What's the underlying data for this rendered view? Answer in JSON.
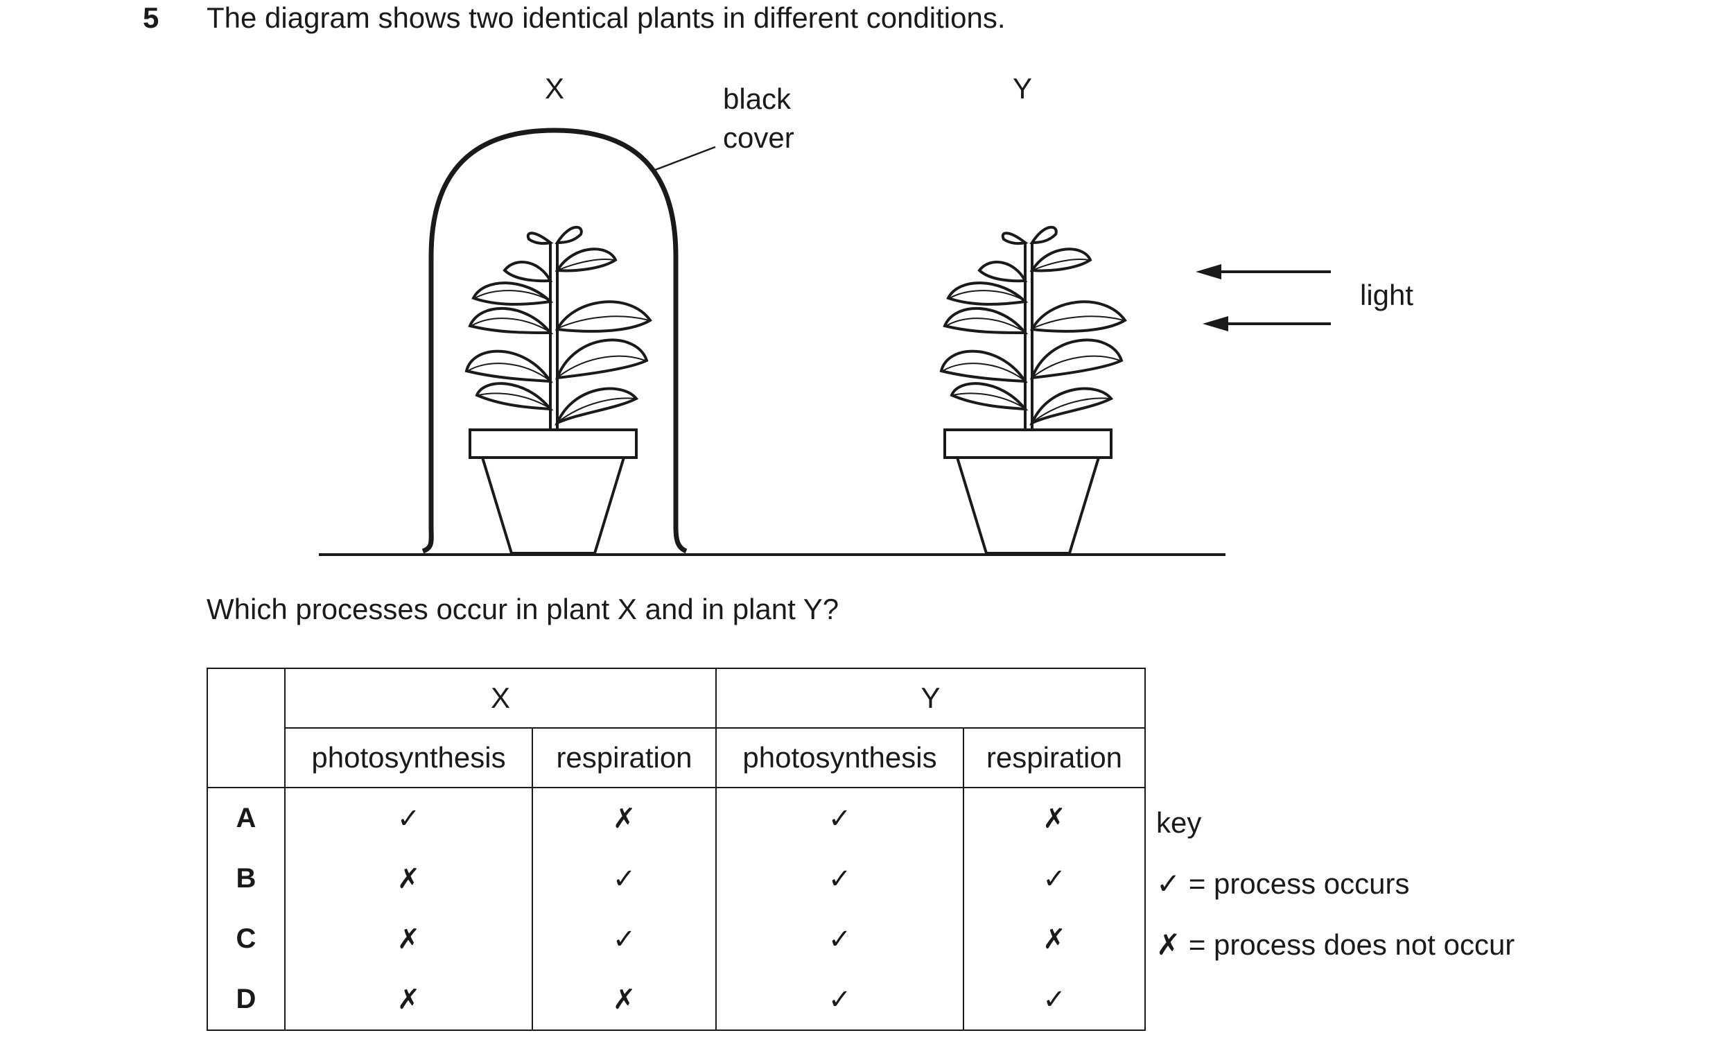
{
  "question": {
    "number": "5",
    "text": "The diagram shows two identical plants in different conditions.",
    "subquestion": "Which processes occur in plant X and in plant Y?"
  },
  "diagram": {
    "label_x": "X",
    "label_y": "Y",
    "cover_label_line1": "black",
    "cover_label_line2": "cover",
    "light_label": "light"
  },
  "table": {
    "group_x": "X",
    "group_y": "Y",
    "col_photosynthesis": "photosynthesis",
    "col_respiration": "respiration",
    "rows": [
      {
        "letter": "A",
        "x_photo": "✓",
        "x_resp": "✗",
        "y_photo": "✓",
        "y_resp": "✗"
      },
      {
        "letter": "B",
        "x_photo": "✗",
        "x_resp": "✓",
        "y_photo": "✓",
        "y_resp": "✓"
      },
      {
        "letter": "C",
        "x_photo": "✗",
        "x_resp": "✓",
        "y_photo": "✓",
        "y_resp": "✗"
      },
      {
        "letter": "D",
        "x_photo": "✗",
        "x_resp": "✗",
        "y_photo": "✓",
        "y_resp": "✓"
      }
    ]
  },
  "key": {
    "title": "key",
    "tick": "✓ = process occurs",
    "cross": "✗ = process does not occur"
  }
}
